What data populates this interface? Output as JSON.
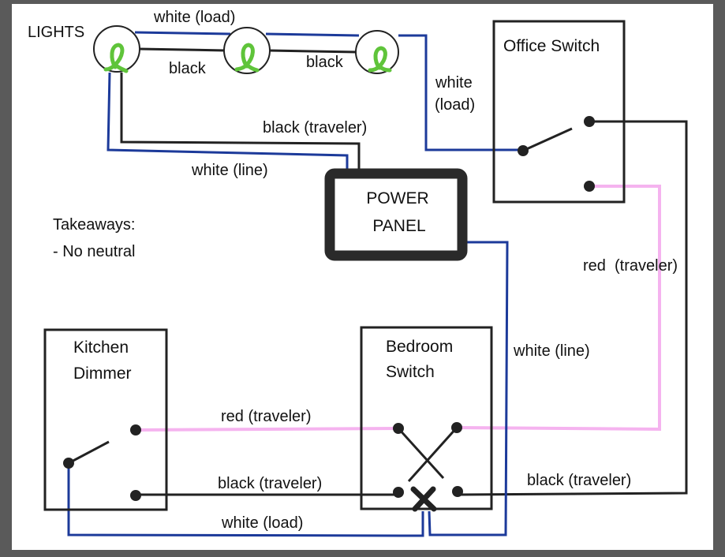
{
  "diagram": {
    "type": "wiring-diagram",
    "colors": {
      "background_frame": "#5a5a5a",
      "paper": "#ffffff",
      "wire_white": "#1c3a9a",
      "wire_black": "#222222",
      "wire_red": "#f5b3ef",
      "bulb_filament": "#5fc43a",
      "box_border": "#222222"
    },
    "lights": {
      "label": "LIGHTS",
      "count": 3
    },
    "components": {
      "office_switch": {
        "label": "Office Switch"
      },
      "power_panel": {
        "line1": "POWER",
        "line2": "PANEL"
      },
      "kitchen_dimmer": {
        "line1": "Kitchen",
        "line2": "Dimmer"
      },
      "bedroom_switch": {
        "line1": "Bedroom",
        "line2": "Switch"
      }
    },
    "wire_labels": {
      "lights_white_load": "white (load)",
      "lights_black_1": "black",
      "lights_black_2": "black",
      "office_white_load_1": "white",
      "office_white_load_2": "(load)",
      "panel_black_traveler": "black (traveler)",
      "panel_white_line": "white (line)",
      "red_traveler_right": "red  (traveler)",
      "white_line_right": "white (line)",
      "red_traveler_bottom": "red (traveler)",
      "black_traveler_bottom_left": "black (traveler)",
      "black_traveler_bottom_right": "black (traveler)",
      "white_load_bottom": "white (load)"
    },
    "notes": {
      "heading": "Takeaways:",
      "items": [
        "- No neutral"
      ]
    }
  }
}
